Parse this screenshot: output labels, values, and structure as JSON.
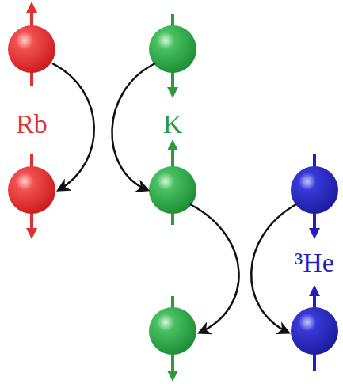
{
  "diagram": {
    "labels": [
      "Rb",
      "K",
      "³He"
    ]
  }
}
